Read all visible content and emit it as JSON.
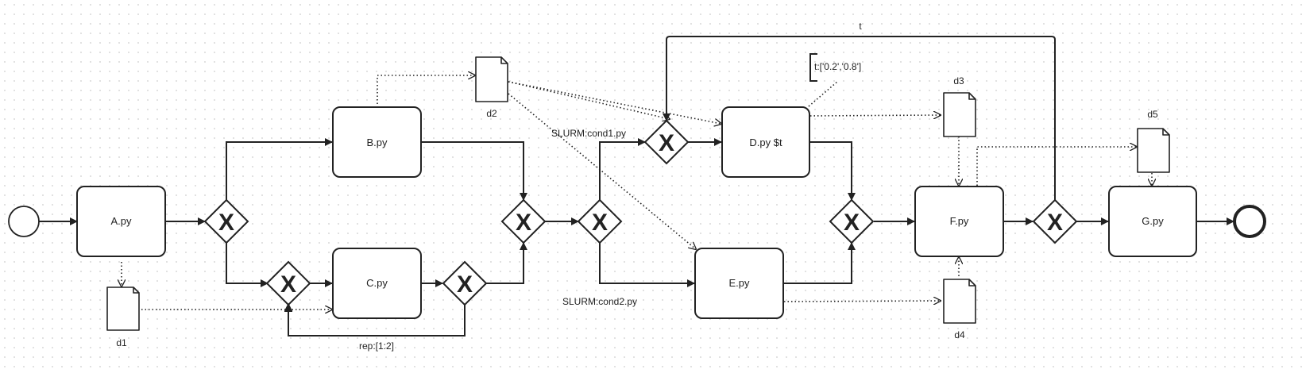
{
  "diagram": {
    "type": "bpmn-workflow",
    "tasks": {
      "a": "A.py",
      "b": "B.py",
      "c": "C.py",
      "d": "D.py $t",
      "e": "E.py",
      "f": "F.py",
      "g": "G.py"
    },
    "data_objects": {
      "d1": "d1",
      "d2": "d2",
      "d3": "d3",
      "d4": "d4",
      "d5": "d5"
    },
    "gateway_symbol": "X",
    "edge_labels": {
      "cond1": "SLURM:cond1.py",
      "cond2": "SLURM:cond2.py",
      "rep": "rep:[1:2]",
      "loop": "t"
    },
    "annotation": "t:['0.2','0.8']",
    "colors": {
      "stroke": "#222222",
      "fill": "#ffffff",
      "grid_dot": "#d9d9d9"
    }
  }
}
